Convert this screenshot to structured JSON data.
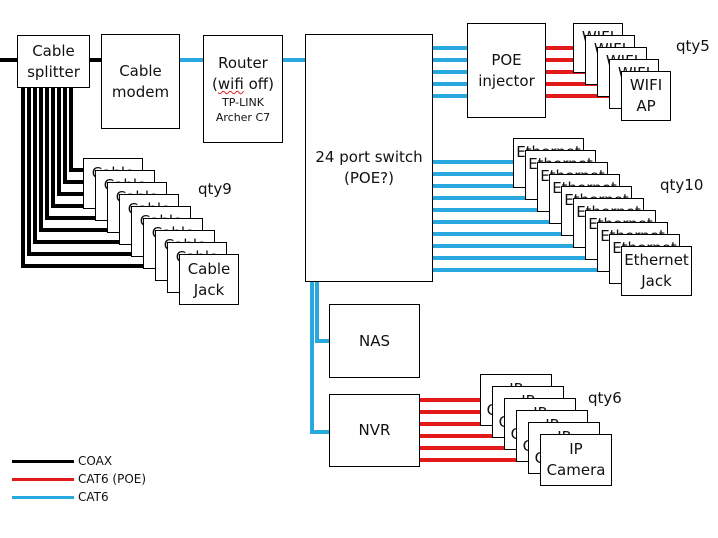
{
  "colors": {
    "coax": "#000000",
    "poe": "#e31a1c",
    "cat6": "#29a8e0"
  },
  "devices": {
    "splitter": "Cable\nsplitter",
    "modem": "Cable\nmodem",
    "router": {
      "label": "Router\n(wifi off)",
      "wifi_word": "wifi",
      "model_line1": "TP-LINK",
      "model_line2": "Archer C7"
    },
    "switch": "24 port switch\n(POE?)",
    "poe_injector": "POE\ninjector",
    "nas": "NAS",
    "nvr": "NVR"
  },
  "groups": {
    "cable_jacks": {
      "label": "Cable\nJack",
      "count": 9,
      "qty_label": "qty9"
    },
    "wifi_aps": {
      "label": "WIFI\nAP",
      "count": 5,
      "qty_label": "qty5"
    },
    "ethernet_jacks": {
      "label": "Ethernet\nJack",
      "count": 10,
      "qty_label": "qty10"
    },
    "ip_cameras": {
      "label": "IP\nCamera",
      "count": 6,
      "qty_label": "qty6"
    }
  },
  "legend": [
    {
      "type": "coax",
      "label": "COAX"
    },
    {
      "type": "poe",
      "label": "CAT6 (POE)"
    },
    {
      "type": "cat6",
      "label": "CAT6"
    }
  ]
}
